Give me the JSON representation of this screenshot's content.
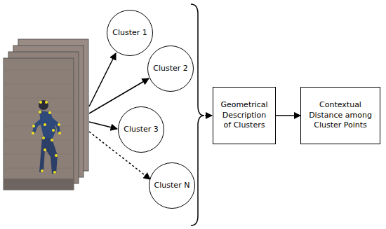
{
  "diagram": {
    "nodes": [
      {
        "text": [
          "Cluster 1"
        ]
      },
      {
        "text": [
          "Cluster 2"
        ]
      },
      {
        "text": [
          "Cluster 3"
        ]
      },
      {
        "text": [
          "Cluster N"
        ]
      },
      {
        "text": [
          "Geometrical Description of Clusters"
        ]
      },
      {
        "text": [
          "Contextual Distance among Cluster Points"
        ]
      }
    ],
    "edges": [
      {
        "from": 4,
        "to": 5,
        "arrow": "to"
      }
    ]
  }
}
